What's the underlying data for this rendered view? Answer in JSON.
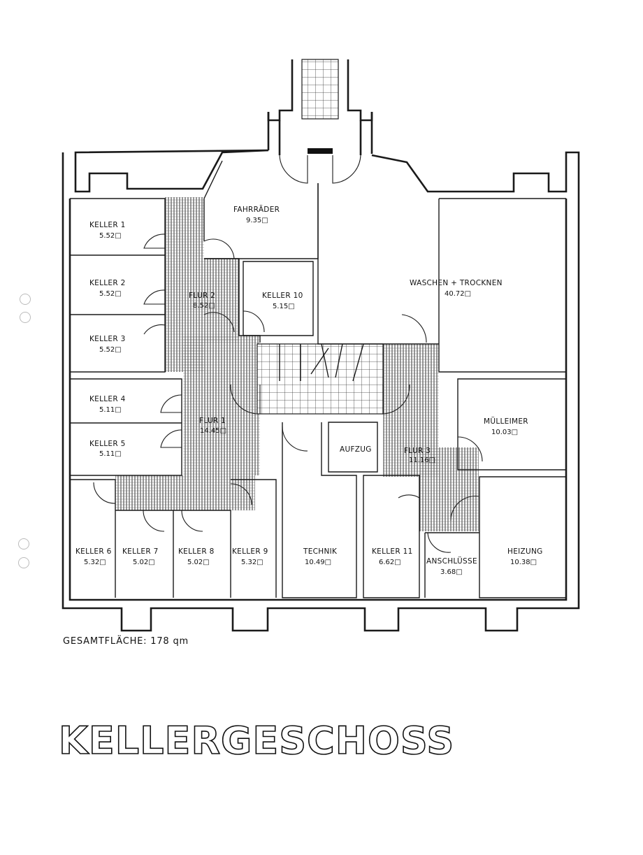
{
  "title": "KELLERGESCHOSS",
  "total_area": "GESAMTFLÄCHE: 178 qm",
  "rooms": {
    "keller1": {
      "name": "KELLER  1",
      "area": "5.52□"
    },
    "keller2": {
      "name": "KELLER  2",
      "area": "5.52□"
    },
    "keller3": {
      "name": "KELLER  3",
      "area": "5.52□"
    },
    "keller4": {
      "name": "KELLER  4",
      "area": "5.11□"
    },
    "keller5": {
      "name": "KELLER  5",
      "area": "5.11□"
    },
    "keller6": {
      "name": "KELLER 6",
      "area": "5.32□"
    },
    "keller7": {
      "name": "KELLER  7",
      "area": "5.02□"
    },
    "keller8": {
      "name": "KELLER  8",
      "area": "5.02□"
    },
    "keller9": {
      "name": "KELLER  9",
      "area": "5.32□"
    },
    "keller10": {
      "name": "KELLER  10",
      "area": "5.15□"
    },
    "keller11": {
      "name": "KELLER  11",
      "area": "6.62□"
    },
    "fahrraeder": {
      "name": "FAHRRÄDER",
      "area": "9.35□"
    },
    "waschen": {
      "name": "WASCHEN + TROCKNEN",
      "area": "40.72□"
    },
    "flur1": {
      "name": "FLUR  1",
      "area": "14.45□"
    },
    "flur2": {
      "name": "FLUR  2",
      "area": "8.52□"
    },
    "flur3": {
      "name": "FLUR  3",
      "area": "11.16□"
    },
    "muelleimer": {
      "name": "MÜLLEIMER",
      "area": "10.03□"
    },
    "aufzug": {
      "name": "AUFZUG"
    },
    "technik": {
      "name": "TECHNIK",
      "area": "10.49□"
    },
    "anschluesse": {
      "name": "ANSCHLÜSSE",
      "area": "3.68□"
    },
    "heizung": {
      "name": "HEIZUNG",
      "area": "10.38□"
    }
  }
}
